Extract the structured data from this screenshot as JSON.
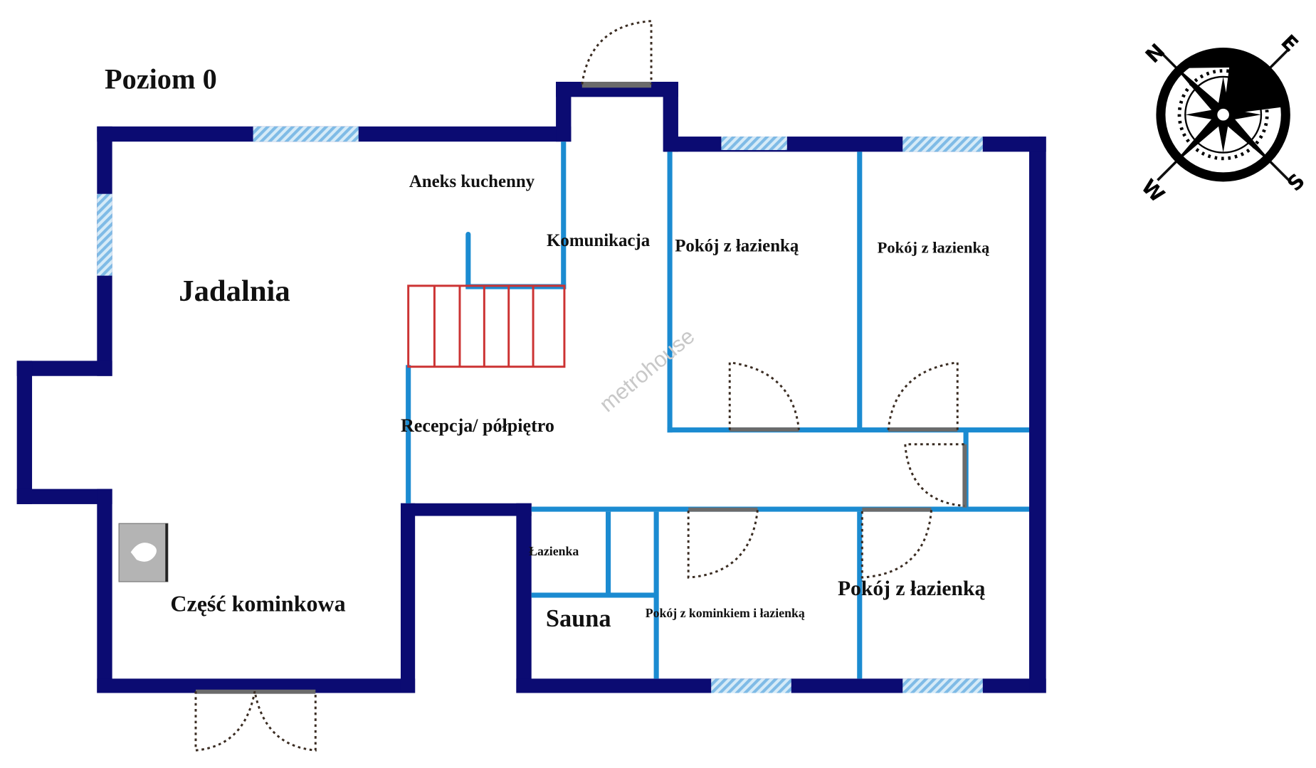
{
  "title": "Poziom 0",
  "rooms": {
    "dining": "Jadalnia",
    "kitchenette": "Aneks kuchenny",
    "corridor": "Komunikacja",
    "room1": "Pokój z łazienką",
    "room2": "Pokój z łazienką",
    "room3": "Pokój z łazienką",
    "reception": "Recepcja/ półpiętro",
    "bathroom": "Łazienka",
    "sauna": "Sauna",
    "fireplace_room": "Pokój z kominkiem i łazienką",
    "fireplace_area": "Część kominkowa"
  },
  "watermark": "metrohouse",
  "compass": {
    "n": "N",
    "e": "E",
    "s": "S",
    "w": "W"
  },
  "colors": {
    "outer_wall": "#0b0b72",
    "inner_wall": "#1b8bd1",
    "stairs": "#cc3333",
    "window": "#8cc3ea"
  }
}
